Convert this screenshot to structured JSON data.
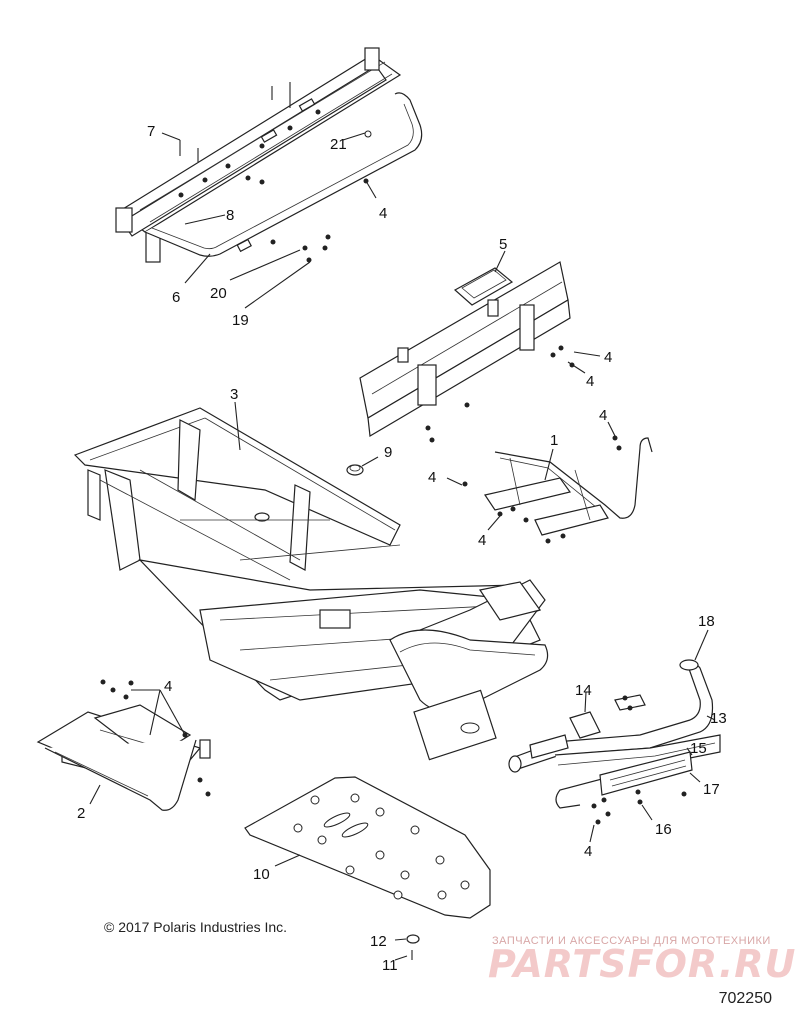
{
  "callouts": [
    "1",
    "2",
    "3",
    "4",
    "5",
    "6",
    "7",
    "8",
    "9",
    "10",
    "11",
    "12",
    "13",
    "14",
    "15",
    "16",
    "17",
    "18",
    "19",
    "20",
    "21"
  ],
  "copyright": "© 2017 Polaris Industries Inc.",
  "drawing_number": "702250",
  "watermark": {
    "tagline": "ЗАПЧАСТИ И АКСЕССУАРЫ ДЛЯ МОТОТЕХНИКИ",
    "logo_text": "PARTSFOR.RU"
  }
}
